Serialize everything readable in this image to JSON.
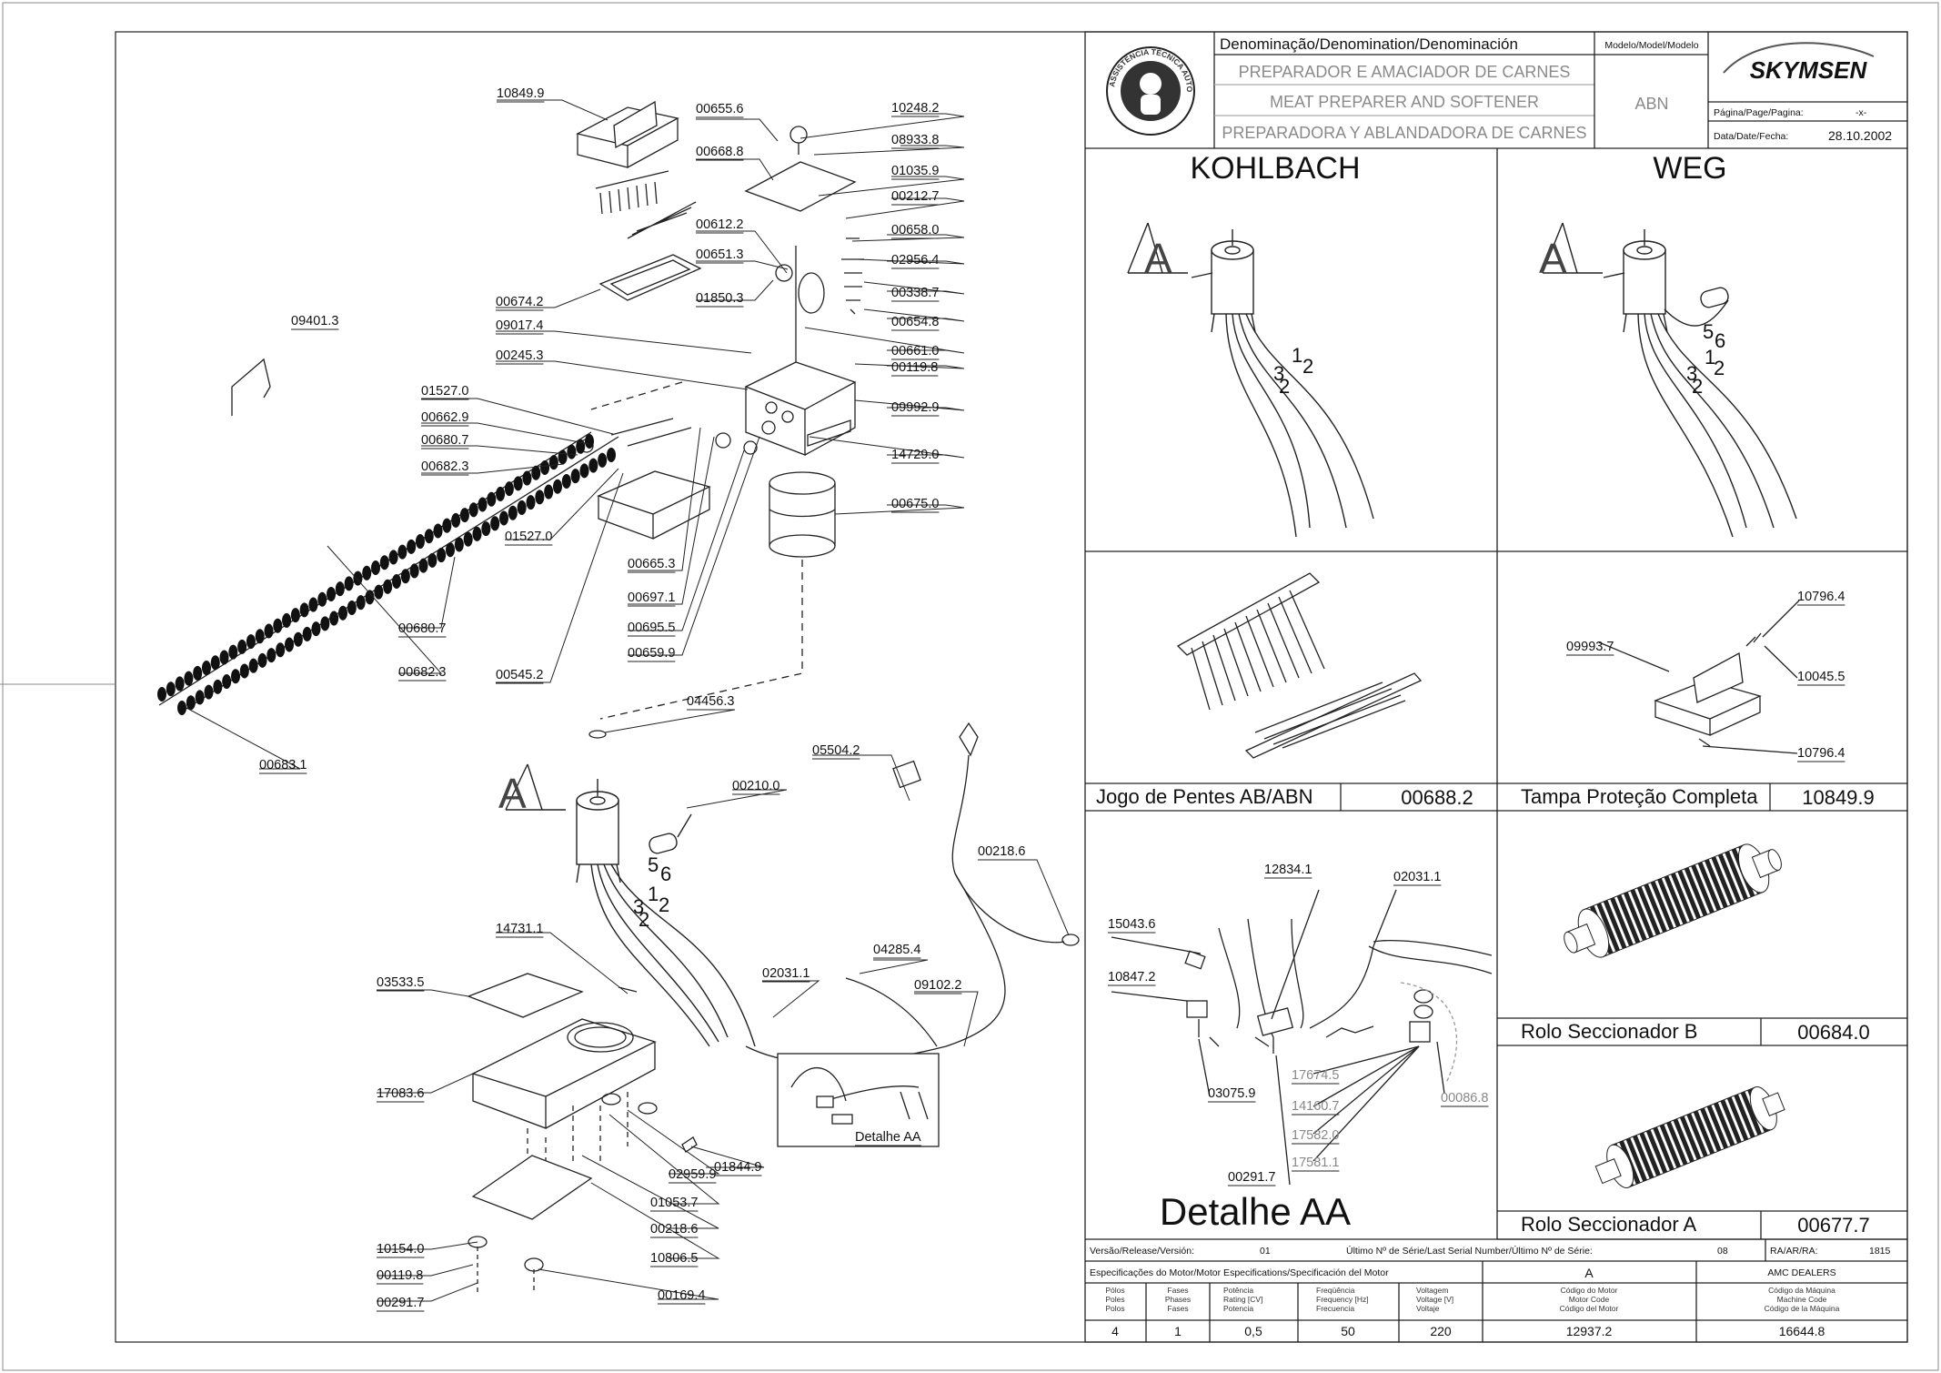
{
  "header": {
    "denomination_label": "Denominação/Denomination/Denominación",
    "name_pt": "PREPARADOR E AMACIADOR DE CARNES",
    "name_en": "MEAT PREPARER AND SOFTENER",
    "name_es": "PREPARADORA Y ABLANDADORA DE CARNES",
    "model_label": "Modelo/Model/Modelo",
    "model_value": "ABN",
    "brand": "SKYMSEN",
    "page_label": "Página/Page/Pagina:",
    "page_value": "-x-",
    "date_label": "Data/Date/Fecha:",
    "date_value": "28.10.2002",
    "stamp_text": "ASSISTÊNCIA TÉCNICA AUTORIZADA"
  },
  "panels": {
    "kohlbach": "KOHLBACH",
    "weg": "WEG",
    "motor_letter": "A",
    "comb_caption": "Jogo de Pentes AB/ABN",
    "comb_code": "00688.2",
    "cover_caption": "Tampa   Proteção Completa",
    "cover_code": "10849.9",
    "roller_b_caption": "Rolo Seccionador B",
    "roller_b_code": "00684.0",
    "roller_a_caption": "Rolo Seccionador A",
    "roller_a_code": "00677.7",
    "detail_title": "Detalhe AA",
    "detail_small": "Detalhe AA",
    "wire_numbers": [
      "1",
      "2",
      "3",
      "2",
      "5",
      "6"
    ]
  },
  "footer": {
    "version_label": "Versão/Release/Versión:",
    "version_value": "01",
    "serial_label": "Último Nº de Série/Last Serial Number/Último Nº de Série:",
    "serial_value": "08",
    "ra_label": "RA/AR/RA:",
    "ra_value": "1815",
    "spec_label": "Especificações do Motor/Motor Especifications/Specificación del Motor",
    "spec_value": "A",
    "dealer": "AMC DEALERS",
    "cols": [
      {
        "head": [
          "Pólos",
          "Poles",
          "Polos"
        ],
        "value": "4"
      },
      {
        "head": [
          "Fases",
          "Phases",
          "Fases"
        ],
        "value": "1"
      },
      {
        "head": [
          "Potência",
          "Rating [CV]",
          "Potencia"
        ],
        "value": "0,5"
      },
      {
        "head": [
          "Freqüência",
          "Frequency [Hz]",
          "Frecuencia"
        ],
        "value": "50"
      },
      {
        "head": [
          "Voltagem",
          "Voltage [V]",
          "Voltaje"
        ],
        "value": "220"
      },
      {
        "head": [
          "Código do Motor",
          "Motor Code",
          "Código del Motor"
        ],
        "value": "12937.2"
      },
      {
        "head": [
          "Código da Máquina",
          "Machine Code",
          "Código de la Máquina"
        ],
        "value": "16644.8"
      }
    ]
  },
  "parts": [
    {
      "label": "10849.9"
    },
    {
      "label": "00655.6"
    },
    {
      "label": "10248.2"
    },
    {
      "label": "08933.8"
    },
    {
      "label": "00668.8"
    },
    {
      "label": "01035.9"
    },
    {
      "label": "00212.7"
    },
    {
      "label": "00658.0"
    },
    {
      "label": "00612.2"
    },
    {
      "label": "00651.3"
    },
    {
      "label": "02956.4"
    },
    {
      "label": "00674.2"
    },
    {
      "label": "01850.3"
    },
    {
      "label": "00338.7"
    },
    {
      "label": "00654.8"
    },
    {
      "label": "09401.3"
    },
    {
      "label": "09017.4"
    },
    {
      "label": "00661.0"
    },
    {
      "label": "00245.3"
    },
    {
      "label": "00119.8"
    },
    {
      "label": "01527.0"
    },
    {
      "label": "09992.9"
    },
    {
      "label": "00662.9"
    },
    {
      "label": "00680.7"
    },
    {
      "label": "14729.0"
    },
    {
      "label": "00682.3"
    },
    {
      "label": "00675.0"
    },
    {
      "label": "01527.0"
    },
    {
      "label": "00665.3"
    },
    {
      "label": "00697.1"
    },
    {
      "label": "00695.5"
    },
    {
      "label": "00680.7"
    },
    {
      "label": "00659.9"
    },
    {
      "label": "00682.3"
    },
    {
      "label": "00545.2"
    },
    {
      "label": "04456.3"
    },
    {
      "label": "00683.1"
    },
    {
      "label": "05504.2"
    },
    {
      "label": "00210.0"
    },
    {
      "label": "00218.6"
    },
    {
      "label": "14731.1"
    },
    {
      "label": "04285.4"
    },
    {
      "label": "03533.5"
    },
    {
      "label": "02031.1"
    },
    {
      "label": "09102.2"
    },
    {
      "label": "17083.6"
    },
    {
      "label": "02959.9"
    },
    {
      "label": "01844.9"
    },
    {
      "label": "01053.7"
    },
    {
      "label": "00218.6"
    },
    {
      "label": "10154.0"
    },
    {
      "label": "10806.5"
    },
    {
      "label": "00119.8"
    },
    {
      "label": "00291.7"
    },
    {
      "label": "00169.4"
    },
    {
      "label": "12834.1"
    },
    {
      "label": "02031.1"
    },
    {
      "label": "15043.6"
    },
    {
      "label": "10847.2"
    },
    {
      "label": "17674.5"
    },
    {
      "label": "14160.7"
    },
    {
      "label": "00086.8"
    },
    {
      "label": "03075.9"
    },
    {
      "label": "17582.0"
    },
    {
      "label": "17581.1"
    },
    {
      "label": "00291.7"
    },
    {
      "label": "10796.4"
    },
    {
      "label": "09993.7"
    },
    {
      "label": "10045.5"
    },
    {
      "label": "10796.4"
    }
  ]
}
